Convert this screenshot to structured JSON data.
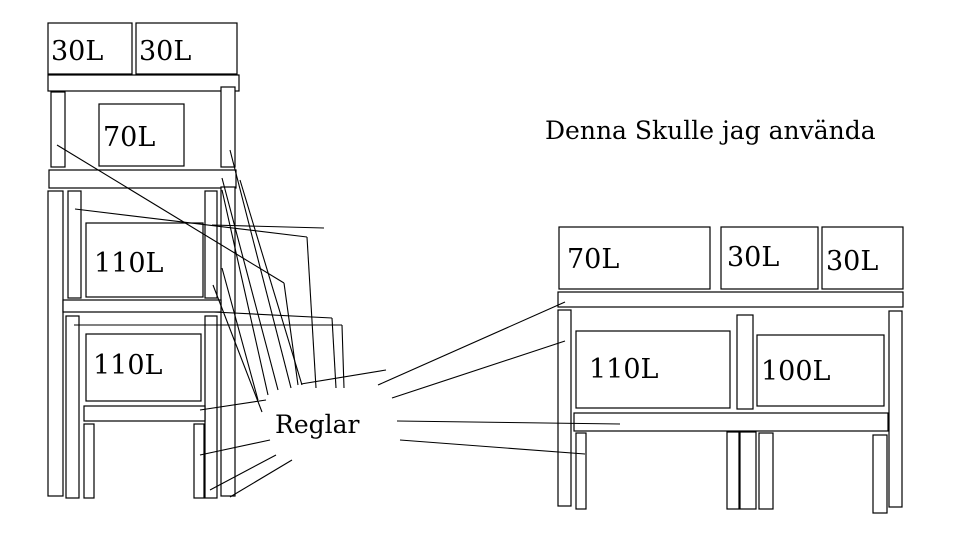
{
  "caption": "Denna Skulle jag använda",
  "callout": "Reglar",
  "left_stack": {
    "top_left": "30L",
    "top_right": "30L",
    "tier1": "70L",
    "tier2": "110L",
    "tier3": "110L"
  },
  "right_stand": {
    "top_left": "70L",
    "top_middle": "30L",
    "top_right": "30L",
    "bottom_left": "110L",
    "bottom_right": "100L"
  }
}
